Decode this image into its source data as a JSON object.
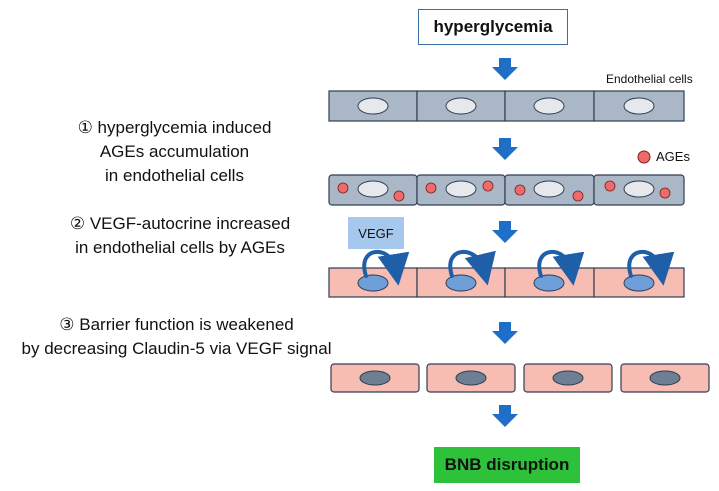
{
  "top_box": {
    "text": "hyperglycemia"
  },
  "bottom_box": {
    "text": "BNB disruption"
  },
  "labels": {
    "endothelial_cells": "Endothelial cells",
    "ages_legend": "AGEs",
    "vegf": "VEGF"
  },
  "steps": [
    {
      "marker": "①",
      "lines": [
        "hyperglycemia induced",
        "AGEs accumulation",
        "in endothelial cells"
      ]
    },
    {
      "marker": "②",
      "lines": [
        "VEGF-autocrine increased",
        "in endothelial cells by AGEs"
      ]
    },
    {
      "marker": "③",
      "lines": [
        "Barrier function is weakened",
        "by decreasing Claudin-5 via VEGF signal"
      ]
    }
  ],
  "colors": {
    "arrow": "#1f6fc8",
    "cell_gray": "#a9b7c6",
    "cell_pink": "#f7bcb2",
    "ages_dot": "#ee6b6b",
    "nucleus_light": "#e6e8ec",
    "nucleus_blue": "#6e9fd8",
    "nucleus_dark": "#6f7f93",
    "green": "#2ec23a"
  }
}
